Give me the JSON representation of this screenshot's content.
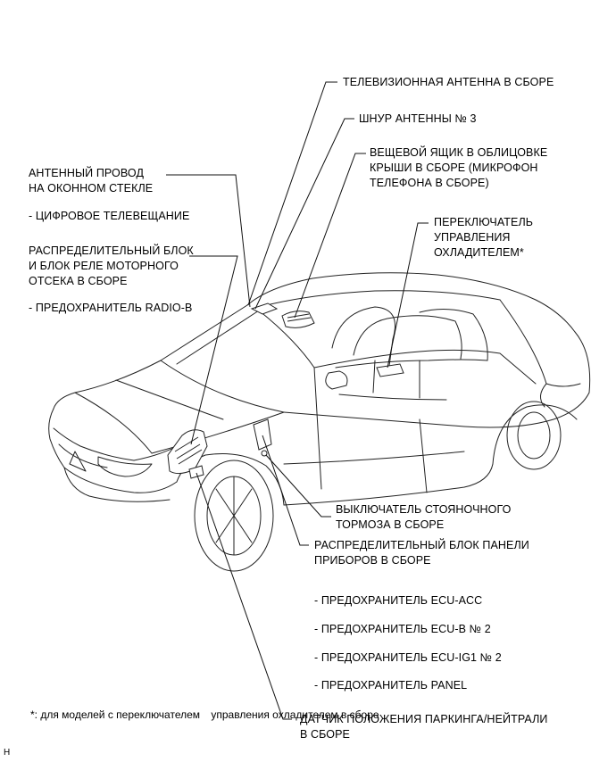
{
  "labels": {
    "tv_antenna": "ТЕЛЕВИЗИОННАЯ АНТЕННА В СБОРЕ",
    "antenna_cord": "ШНУР АНТЕННЫ № 3",
    "roof_box": [
      "ВЕЩЕВОЙ ЯЩИК В ОБЛИЦОВКЕ",
      "КРЫШИ В СБОРЕ (МИКРОФОН",
      "ТЕЛЕФОНА В СБОРЕ)"
    ],
    "cooler_switch": [
      "ПЕРЕКЛЮЧАТЕЛЬ",
      "УПРАВЛЕНИЯ",
      "ОХЛАДИТЕЛЕМ*"
    ],
    "window_antenna": [
      "АНТЕННЫЙ ПРОВОД",
      "НА ОКОННОМ СТЕКЛЕ"
    ],
    "digital_tv": "- ЦИФРОВОЕ ТЕЛЕВЕЩАНИЕ",
    "engine_relay_block": [
      "РАСПРЕДЕЛИТЕЛЬНЫЙ БЛОК",
      "И БЛОК РЕЛЕ МОТОРНОГО",
      "ОТСЕКА В СБОРЕ"
    ],
    "fuse_radio_b": "- ПРЕДОХРАНИТЕЛЬ RADIO-B",
    "parking_brake_switch": [
      "ВЫКЛЮЧАТЕЛЬ СТОЯНОЧНОГО",
      "ТОРМОЗА В СБОРЕ"
    ],
    "instrument_panel_block": [
      "РАСПРЕДЕЛИТЕЛЬНЫЙ БЛОК ПАНЕЛИ",
      "ПРИБОРОВ В СБОРЕ"
    ],
    "fuse_ecu_acc": "- ПРЕДОХРАНИТЕЛЬ ECU-ACC",
    "fuse_ecu_b2": "- ПРЕДОХРАНИТЕЛЬ ECU-B № 2",
    "fuse_ecu_ig1_2": "- ПРЕДОХРАНИТЕЛЬ ECU-IG1 № 2",
    "fuse_panel": "- ПРЕДОХРАНИТЕЛЬ PANEL",
    "park_neutral_sensor": [
      "ДАТЧИК ПОЛОЖЕНИЯ ПАРКИНГА/НЕЙТРАЛИ",
      "В СБОРЕ"
    ]
  },
  "footnote": {
    "mark": "*",
    "lines": [
      ": для моделей с переключателем",
      "управления охладителем в сборе"
    ]
  },
  "figure_code": "H"
}
